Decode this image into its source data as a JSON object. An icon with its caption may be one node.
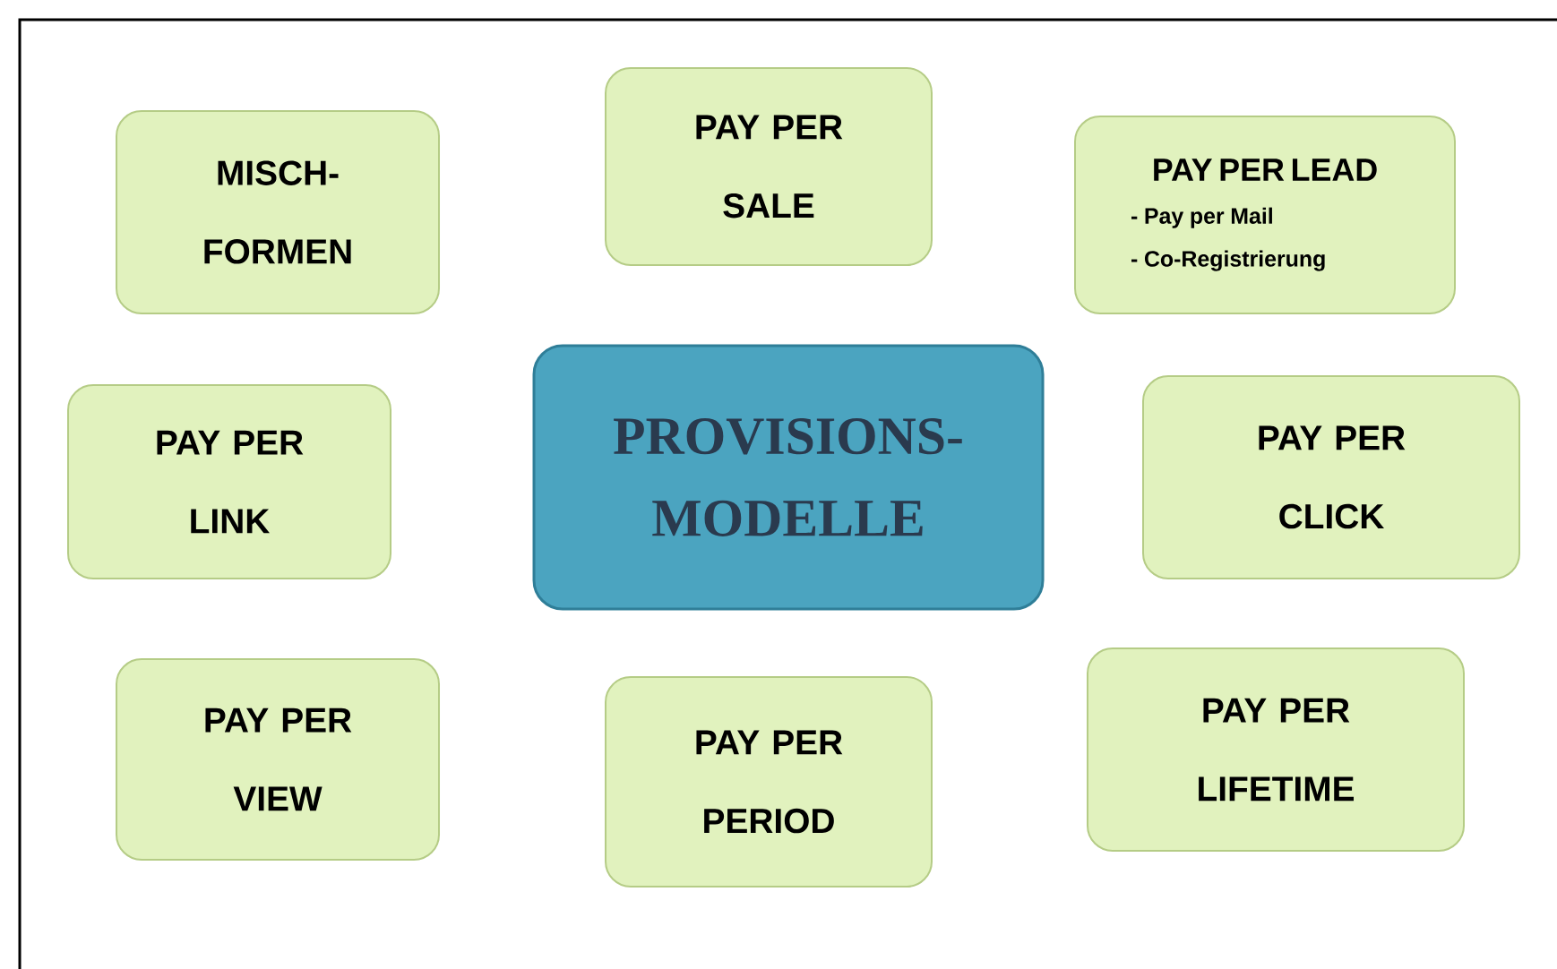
{
  "diagram": {
    "nodes": [
      {
        "text": [
          "MISCH- FORMEN"
        ]
      },
      {
        "text": [
          "PAY PER SALE"
        ]
      },
      {
        "text": [
          "PAY PER LEAD",
          "- Pay per Mail",
          "- Co-Registrierung"
        ]
      },
      {
        "text": [
          "PAY PER LINK"
        ]
      },
      {
        "text": [
          "PROVISIONS- MODELLE"
        ]
      },
      {
        "text": [
          "PAY PER CLICK"
        ]
      },
      {
        "text": [
          "PAY PER VIEW"
        ]
      },
      {
        "text": [
          "PAY PER PERIOD"
        ]
      },
      {
        "text": [
          "PAY PER LIFETIME"
        ]
      }
    ]
  }
}
